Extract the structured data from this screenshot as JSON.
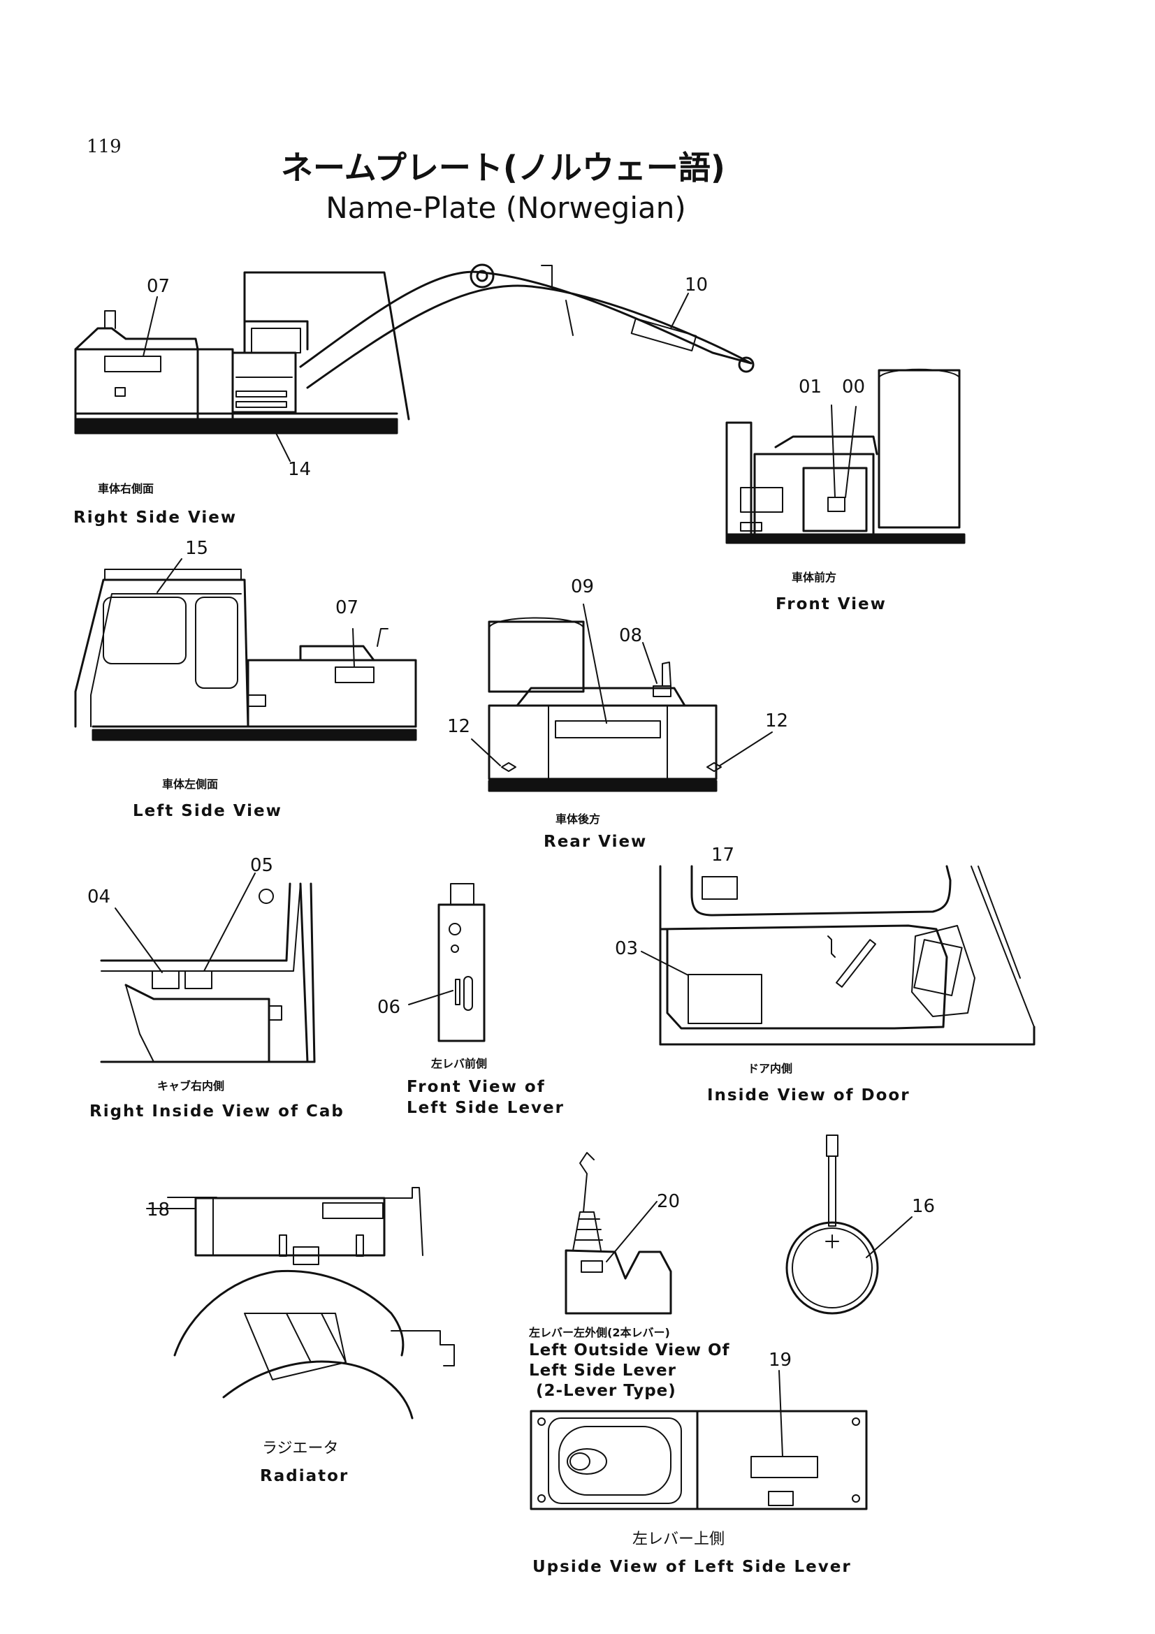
{
  "page_number": "119",
  "title_jp": "ネームプレート(ノルウェー語)",
  "title_en": "Name-Plate (Norwegian)",
  "views": {
    "right_side": {
      "jp": "車体右側面",
      "en": "Right Side View"
    },
    "front": {
      "jp": "車体前方",
      "en": "Front View"
    },
    "left_side": {
      "jp": "車体左側面",
      "en": "Left Side View"
    },
    "rear": {
      "jp": "車体後方",
      "en": "Rear View"
    },
    "cab_inside": {
      "jp": "キャブ右内側",
      "en": "Right Inside View of Cab"
    },
    "lever_front": {
      "jp": "左レバ前側",
      "en_line1": "Front View of",
      "en_line2": "Left Side Lever"
    },
    "door_inside": {
      "jp": "ドア内側",
      "en": "Inside View of Door"
    },
    "lever_outside": {
      "jp": "左レバー左外側(2本レバー)",
      "en_line1": "Left Outside View Of",
      "en_line2": "Left Side Lever",
      "en_line3": "(2-Lever Type)"
    },
    "radiator": {
      "jp": "ラジエータ",
      "en": "Radiator"
    },
    "lever_upside": {
      "jp": "左レバー上側",
      "en": "Upside View of Left Side Lever"
    }
  },
  "callouts": {
    "c00": "00",
    "c01": "01",
    "c03": "03",
    "c04": "04",
    "c05": "05",
    "c06": "06",
    "c07a": "07",
    "c07b": "07",
    "c08": "08",
    "c09": "09",
    "c10": "10",
    "c12a": "12",
    "c12b": "12",
    "c14": "14",
    "c15": "15",
    "c16": "16",
    "c17": "17",
    "c18": "18",
    "c19": "19",
    "c20": "20"
  }
}
